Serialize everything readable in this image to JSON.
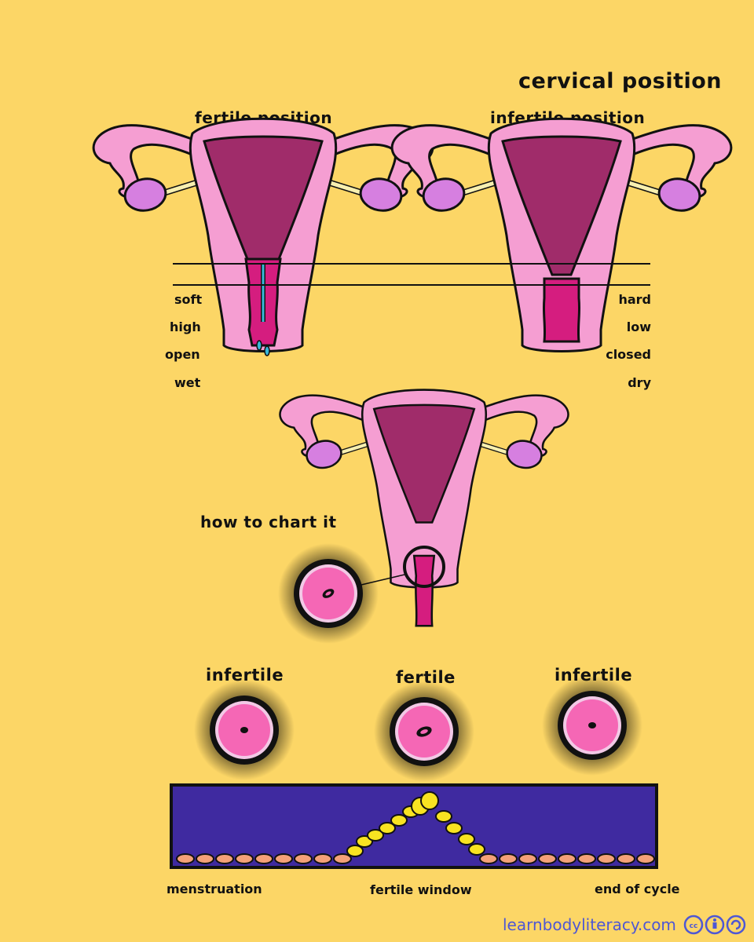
{
  "title": "cervical position",
  "fertile_heading": "fertile position",
  "infertile_heading": "infertile position",
  "fertile_labels": [
    "soft",
    "high",
    "open",
    "wet"
  ],
  "infertile_labels": [
    "hard",
    "low",
    "closed",
    "dry"
  ],
  "how_to_chart": "how to chart it",
  "cervix_states": [
    {
      "label": "infertile",
      "os": "closed"
    },
    {
      "label": "fertile",
      "os": "open"
    },
    {
      "label": "infertile",
      "os": "closed"
    }
  ],
  "timeline": {
    "start_label": "menstruation",
    "middle_label": "fertile window",
    "end_label": "end of cycle"
  },
  "website": "learnbodyliteracy.com",
  "colors": {
    "background": "#fcd666",
    "uterus": "#f59ed2",
    "cavity": "#a02c6a",
    "cervix": "#d51d7f",
    "ovary": "#d67fe0",
    "chart_bg": "#3f2aa0",
    "dots_high": "#f8e321",
    "dots_low": "#f4a178"
  },
  "icons": [
    "cc-icon",
    "attribution-icon",
    "share-alike-icon"
  ]
}
